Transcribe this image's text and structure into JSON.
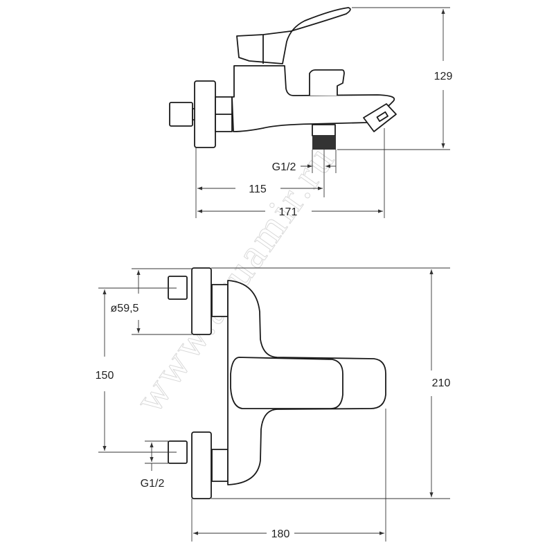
{
  "watermark": "www.aquamir.ru",
  "side_view": {
    "height_label": "129",
    "thread_label": "G1/2",
    "outlet_distance_label": "115",
    "depth_label": "171"
  },
  "front_view": {
    "flange_diameter_label": "ø59,5",
    "inlet_spacing_label": "150",
    "height_label": "210",
    "thread_label": "G1/2",
    "width_label": "180"
  }
}
